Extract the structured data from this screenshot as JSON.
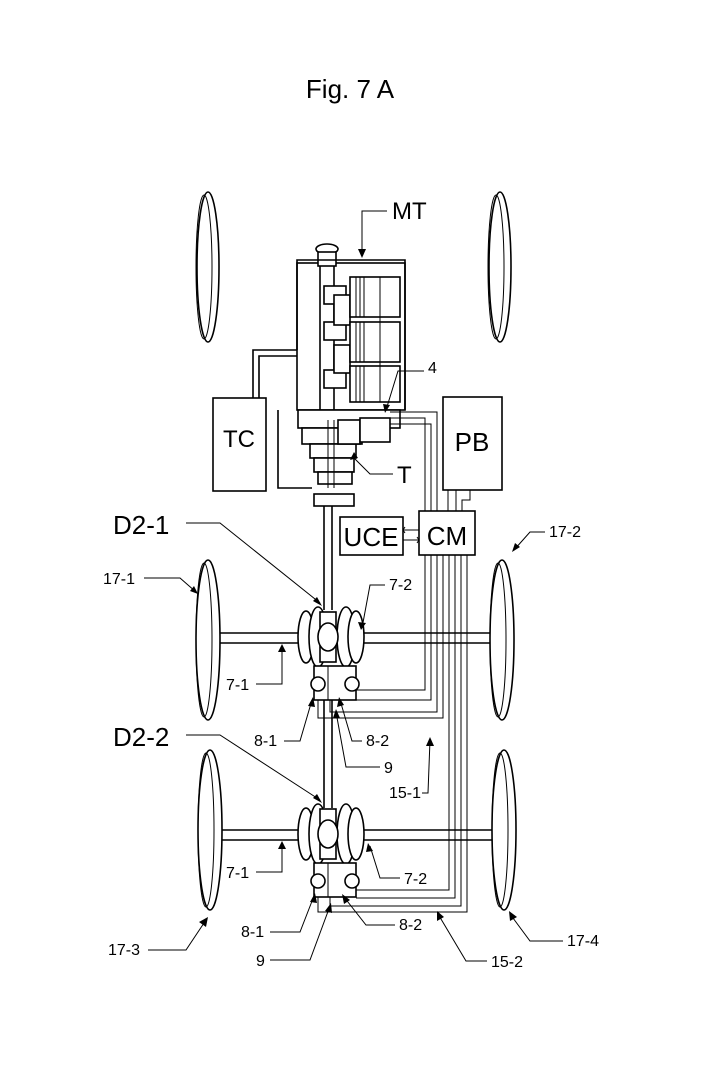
{
  "figure": {
    "title": "Fig. 7 A"
  },
  "labels": {
    "mt": "MT",
    "tc": "TC",
    "pb": "PB",
    "uce": "UCE",
    "cm": "CM",
    "t": "T",
    "four": "4",
    "d2_1": "D2-1",
    "d2_2": "D2-2",
    "l17_1": "17-1",
    "l17_2": "17-2",
    "l17_3": "17-3",
    "l17_4": "17-4",
    "l7_1_top": "7-1",
    "l7_2_top": "7-2",
    "l8_1_top": "8-1",
    "l8_2_top": "8-2",
    "l9_top": "9",
    "l15_1": "15-1",
    "l7_1_bot": "7-1",
    "l7_2_bot": "7-2",
    "l8_1_bot": "8-1",
    "l8_2_bot": "8-2",
    "l9_bot": "9",
    "l15_2": "15-2"
  }
}
